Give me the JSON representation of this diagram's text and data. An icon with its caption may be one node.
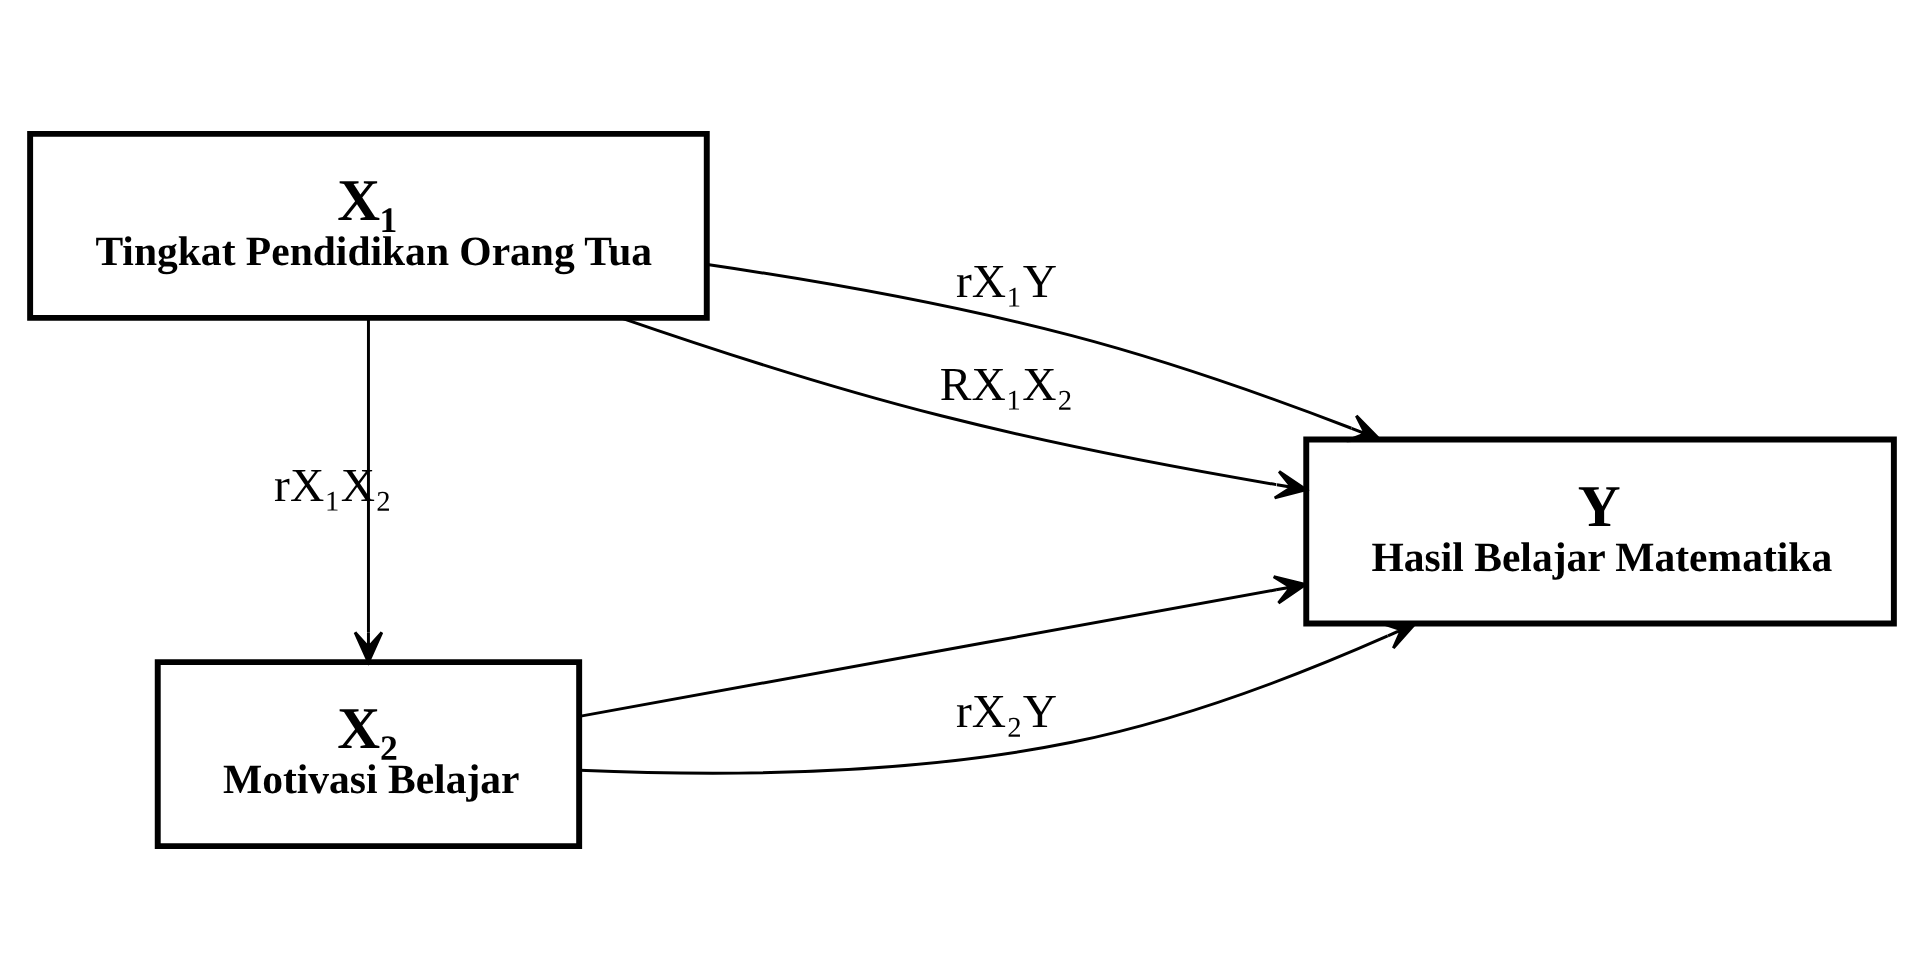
{
  "diagram": {
    "nodes": [
      {
        "text": [
          "X₁",
          "Tingkat Pendidikan Orang Tua"
        ]
      },
      {
        "text": [
          "X₂",
          "Motivasi Belajar"
        ]
      },
      {
        "text": [
          "Y",
          "Hasil Belajar Matematika"
        ]
      }
    ],
    "edges": [
      {
        "from": 0,
        "to": 2,
        "arrow": "to",
        "label": "rX₁Y"
      },
      {
        "from": 0,
        "to": 1,
        "arrow": "to",
        "label": "rX₁X₂"
      },
      {
        "from": 0,
        "to": 2,
        "arrow": "to",
        "label": "RX₁X₂"
      },
      {
        "from": 1,
        "to": 2,
        "arrow": "to"
      },
      {
        "from": 1,
        "to": 2,
        "arrow": "to",
        "label": "rX₂Y"
      }
    ]
  }
}
